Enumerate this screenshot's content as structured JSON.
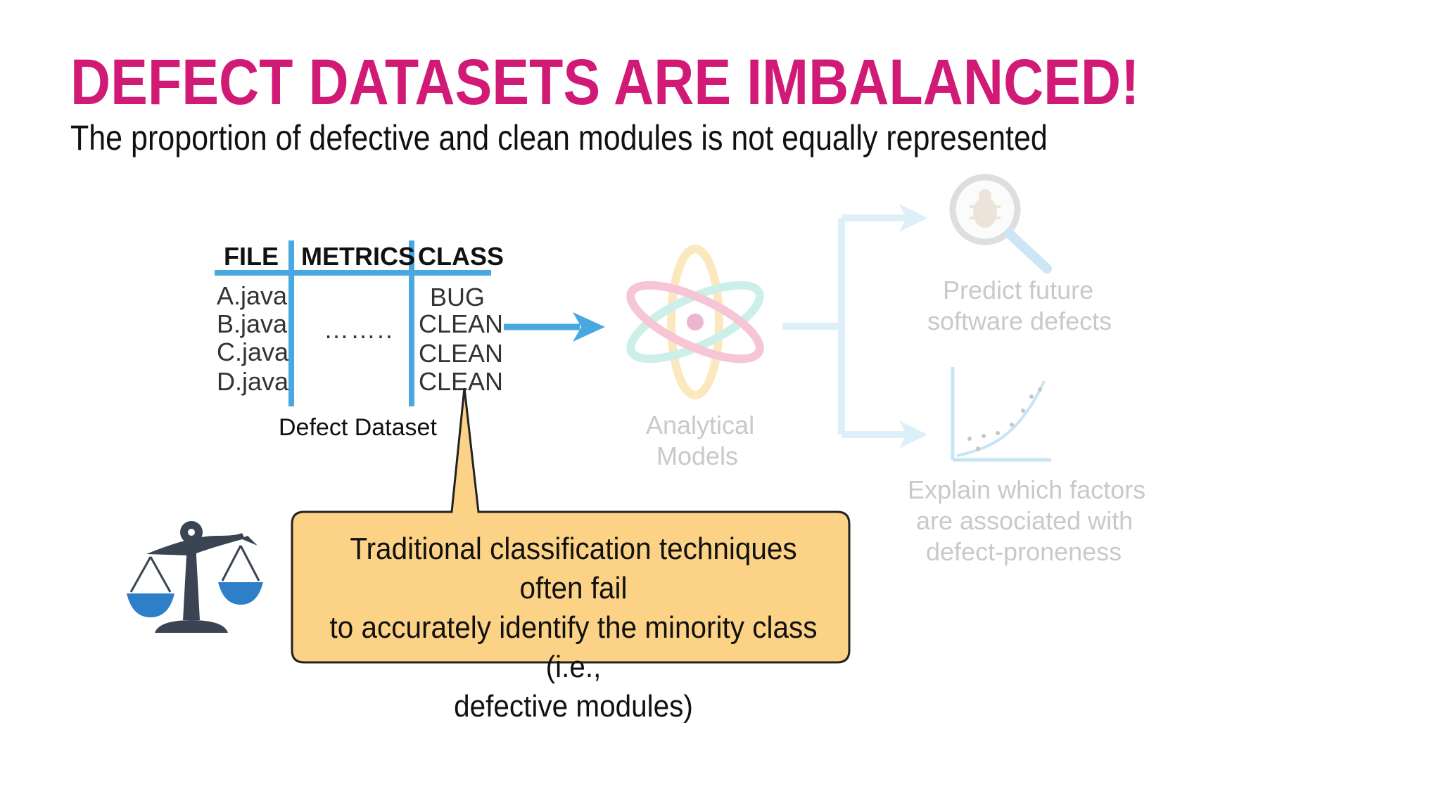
{
  "slide": {
    "title": "DEFECT DATASETS ARE IMBALANCED!",
    "subtitle": "The proportion of defective and clean modules is not equally represented"
  },
  "table": {
    "headers": [
      "FILE",
      "METRICS",
      "CLASS"
    ],
    "files": [
      "A.java",
      "B.java",
      "C.java",
      "D.java"
    ],
    "metrics_placeholder": "……..",
    "classes": [
      "BUG",
      "CLEAN",
      "CLEAN",
      "CLEAN"
    ],
    "caption": "Defect Dataset"
  },
  "models": {
    "label_line1": "Analytical",
    "label_line2": "Models"
  },
  "outcomes": {
    "predict": [
      "Predict future",
      "software defects"
    ],
    "explain": [
      "Explain which factors",
      "are associated with",
      "defect-proneness"
    ]
  },
  "callout": {
    "line1": "Traditional classification techniques often fail",
    "line2": "to accurately identify the minority class (i.e.,",
    "line3": "defective modules)"
  },
  "colors": {
    "title": "#d01a75",
    "table_lines": "#4aa8e0",
    "arrow": "#4aa8e0",
    "callout_fill": "#fcd386",
    "scale_body": "#3a4452",
    "scale_pans": "#2f7fc8"
  },
  "icons": {
    "balance": "balance-scale-icon",
    "atom": "atom-icon",
    "bug_search": "bug-magnifier-icon",
    "trend_chart": "trend-chart-icon"
  }
}
